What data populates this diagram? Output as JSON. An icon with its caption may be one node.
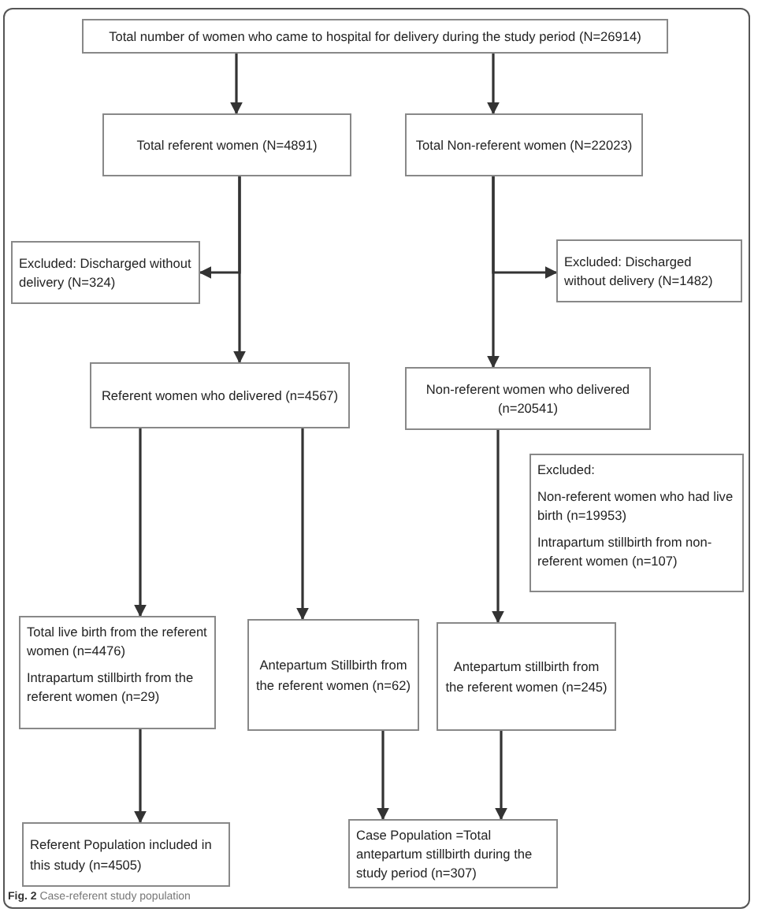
{
  "diagram": {
    "caption": "**Fig. 2** Case-referent study population",
    "nodes": [
      {
        "text": [
          "Total number of women who came to hospital for delivery during the study period (N=26914)"
        ]
      },
      {
        "text": [
          "Total referent women (N=4891)"
        ]
      },
      {
        "text": [
          "Total Non-referent women (N=22023)"
        ]
      },
      {
        "text": [
          "Excluded: Discharged without delivery (N=324)"
        ]
      },
      {
        "text": [
          "Excluded: Discharged without delivery (N=1482)"
        ]
      },
      {
        "text": [
          "Referent women who delivered (n=4567)"
        ]
      },
      {
        "text": [
          "Non-referent women who delivered (n=20541)"
        ]
      },
      {
        "text": [
          "Excluded:",
          "Non-referent women who had live birth (n=19953)",
          "Intrapartum stillbirth from non-referent women (n=107)"
        ]
      },
      {
        "text": [
          "Total live birth from the referent women (n=4476)",
          "Intrapartum stillbirth from the referent women (n=29)"
        ]
      },
      {
        "text": [
          "Antepartum Stillbirth from the referent women (n=62)"
        ]
      },
      {
        "text": [
          "Antepartum stillbirth from the referent women (n=245)"
        ]
      },
      {
        "text": [
          "Referent Population included in this study (n=4505)"
        ]
      },
      {
        "text": [
          "Case Population =Total antepartum stillbirth during the study period (n=307)"
        ]
      }
    ],
    "edges": [
      {
        "from": 0,
        "to": 1,
        "arrow": "to"
      },
      {
        "from": 0,
        "to": 2,
        "arrow": "to"
      },
      {
        "from": 1,
        "to": 3,
        "arrow": "to"
      },
      {
        "from": 1,
        "to": 5,
        "arrow": "to"
      },
      {
        "from": 2,
        "to": 4,
        "arrow": "to"
      },
      {
        "from": 2,
        "to": 6,
        "arrow": "to"
      },
      {
        "from": 5,
        "to": 8,
        "arrow": "to"
      },
      {
        "from": 5,
        "to": 9,
        "arrow": "to"
      },
      {
        "from": 6,
        "to": 10,
        "arrow": "to"
      },
      {
        "from": 8,
        "to": 11,
        "arrow": "to"
      },
      {
        "from": 9,
        "to": 12,
        "arrow": "to"
      },
      {
        "from": 10,
        "to": 12,
        "arrow": "to"
      }
    ]
  }
}
